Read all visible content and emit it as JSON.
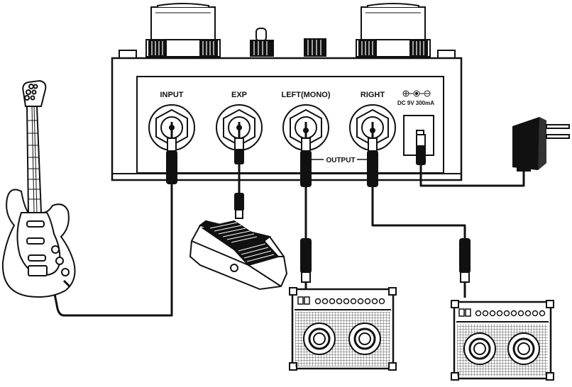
{
  "labels": {
    "input": "INPUT",
    "exp": "EXP",
    "left_mono": "LEFT(MONO)",
    "right": "RIGHT",
    "dc_spec": "DC 9V 300mA",
    "output": "OUTPUT"
  },
  "colors": {
    "ink": "#111111",
    "paper": "#ffffff",
    "grille": "#222222"
  },
  "icons": {
    "polarity": "dc-polarity-symbol",
    "guitar": "electric-guitar-icon",
    "expression_pedal": "expression-pedal-icon",
    "power_adapter": "power-adapter-icon",
    "amplifier": "amplifier-icon"
  }
}
